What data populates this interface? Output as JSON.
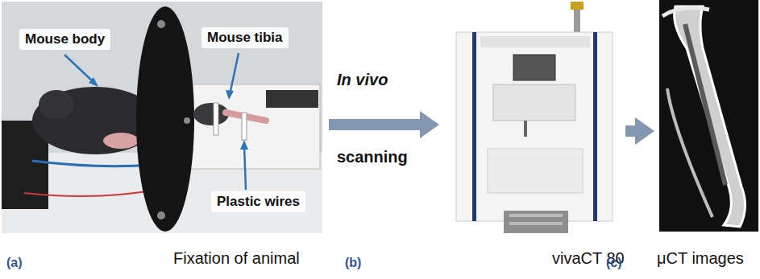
{
  "diagram": {
    "nodes": [
      {
        "text": [
          "Fixation of animal"
        ]
      },
      {
        "text": [
          "vivaCT 80"
        ]
      },
      {
        "text": [
          "μCT images"
        ]
      }
    ],
    "edges": [
      {
        "from": 0,
        "to": 1,
        "arrow": "to"
      },
      {
        "from": 1,
        "to": 2,
        "arrow": "to"
      }
    ],
    "labels": [
      "Mouse body",
      "Mouse tibia",
      "Plastic wires",
      "(a)",
      "In vivo",
      "scanning",
      "(b)",
      "(c)"
    ]
  }
}
